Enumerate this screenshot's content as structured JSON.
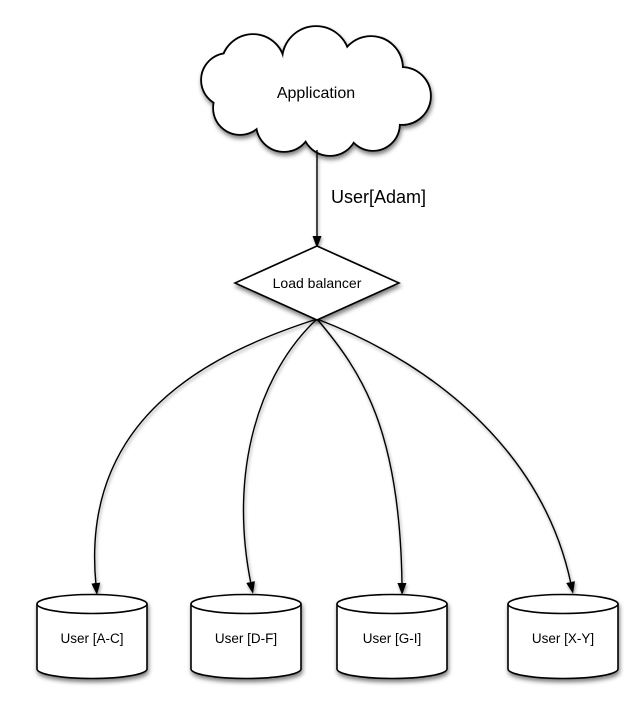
{
  "diagram": {
    "title_hint": "database sharding by user name",
    "application": {
      "label": "Application"
    },
    "request_edge": {
      "label": "User[Adam]"
    },
    "load_balancer": {
      "label": "Load balancer"
    },
    "shards": [
      {
        "label": "User [A-C]"
      },
      {
        "label": "User [D-F]"
      },
      {
        "label": "User [G-I]"
      },
      {
        "label": "User [X-Y]"
      }
    ],
    "colors": {
      "line": "#000000",
      "shape_fill": "#ffffff",
      "background": "#ffffff",
      "text": "#000000"
    }
  }
}
